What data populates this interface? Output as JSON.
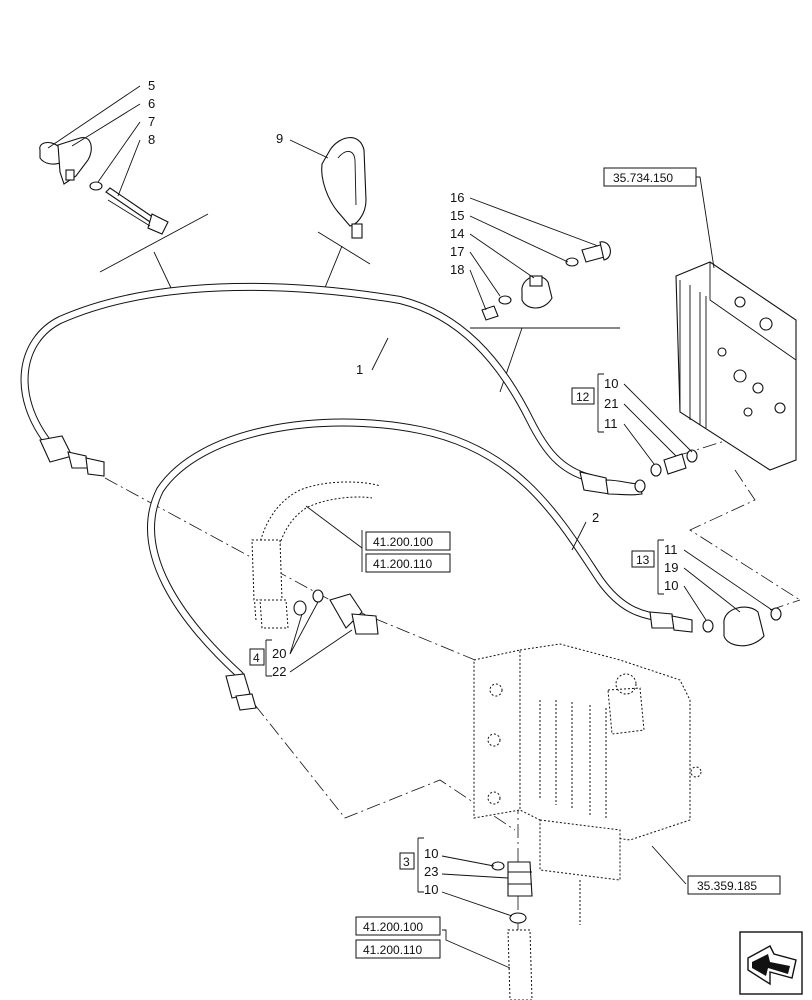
{
  "callouts": {
    "c5": "5",
    "c6": "6",
    "c7": "7",
    "c8": "8",
    "c9": "9",
    "c16": "16",
    "c15": "15",
    "c14": "14",
    "c17": "17",
    "c18": "18",
    "c1": "1",
    "c2": "2",
    "g12": "12",
    "g12_10": "10",
    "g12_21": "21",
    "g12_11": "11",
    "g13": "13",
    "g13_11": "11",
    "g13_19": "19",
    "g13_10": "10",
    "g4": "4",
    "g4_20": "20",
    "g4_22": "22",
    "g3": "3",
    "g3_10a": "10",
    "g3_23": "23",
    "g3_10b": "10"
  },
  "references": {
    "valve_top": "35.734.150",
    "hose_ref_a": "41.200.100",
    "hose_ref_b": "41.200.110",
    "valve_bottom": "35.359.185",
    "bottom_ref_a": "41.200.100",
    "bottom_ref_b": "41.200.110"
  },
  "nav": {
    "icon": "next-page-arrow-icon"
  }
}
